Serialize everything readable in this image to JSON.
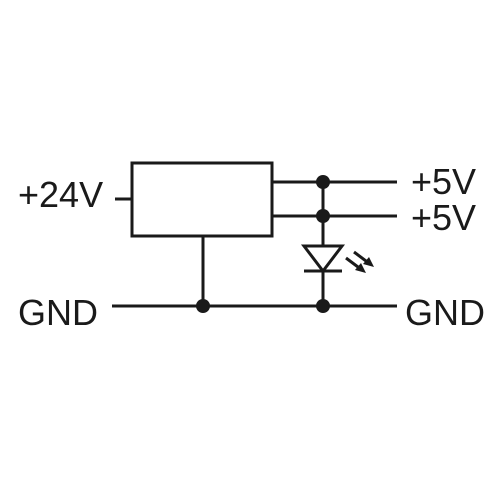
{
  "diagram": {
    "input_label": "+24V",
    "output_label_1": "+5V",
    "output_label_2": "+5V",
    "ground_left_label": "GND",
    "ground_right_label": "GND"
  },
  "colors": {
    "ink": "#1a1a1a",
    "background": "#ffffff"
  },
  "icons": {
    "converter": "converter-block-icon",
    "led": "led-icon"
  }
}
